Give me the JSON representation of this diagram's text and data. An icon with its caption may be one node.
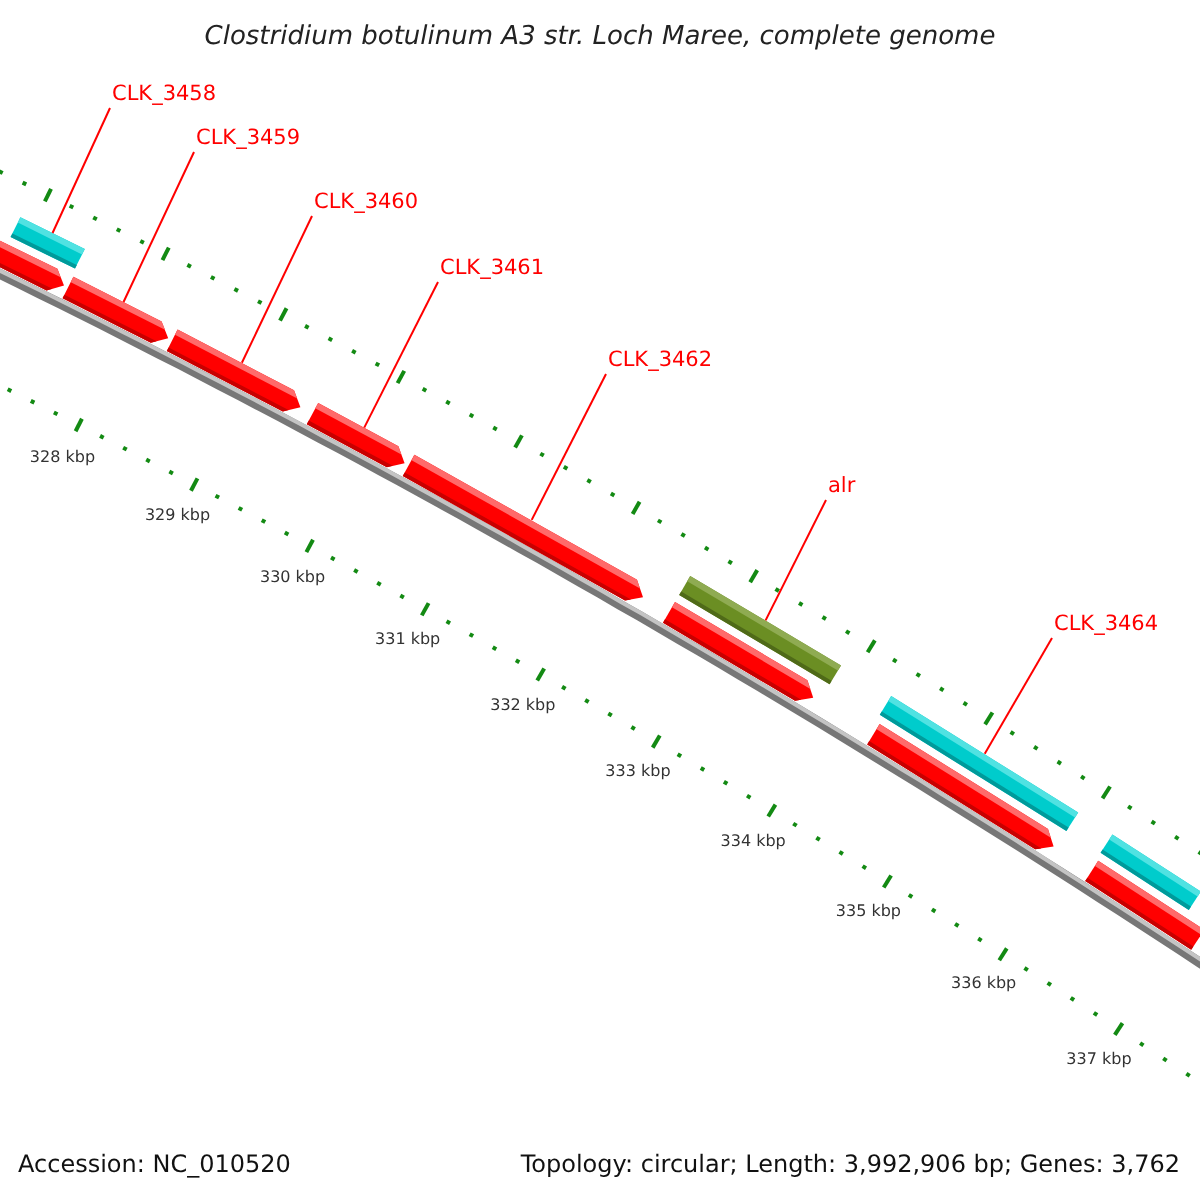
{
  "diagram": {
    "title": "Clostridium botulinum A3 str. Loch Maree, complete genome",
    "nodes": [
      {
        "text": [
          "CLK_3458"
        ]
      },
      {
        "text": [
          "CLK_3459"
        ]
      },
      {
        "text": [
          "CLK_3460"
        ]
      },
      {
        "text": [
          "CLK_3461"
        ]
      },
      {
        "text": [
          "CLK_3462"
        ]
      },
      {
        "text": [
          "alr"
        ]
      },
      {
        "text": [
          "CLK_3464"
        ]
      },
      {
        "text": [],
        "shape": "bar"
      },
      {
        "text": [],
        "shape": "bar"
      },
      {
        "text": [],
        "shape": "bar"
      },
      {
        "text": [],
        "shape": "bar"
      },
      {
        "text": [],
        "shape": "bar"
      },
      {
        "text": [],
        "shape": "bar"
      },
      {
        "text": [],
        "shape": "bar"
      },
      {
        "text": [],
        "shape": "bar"
      },
      {
        "text": [],
        "shape": "bar"
      },
      {
        "text": [],
        "shape": "bar"
      },
      {
        "text": [],
        "shape": "bar"
      },
      {
        "text": [],
        "shape": "bar"
      }
    ],
    "edges": [
      {
        "from": 0,
        "to": 7,
        "arrow": "none"
      },
      {
        "from": 1,
        "to": 9,
        "arrow": "none"
      },
      {
        "from": 2,
        "to": 10,
        "arrow": "none"
      },
      {
        "from": 3,
        "to": 11,
        "arrow": "none"
      },
      {
        "from": 4,
        "to": 12,
        "arrow": "none"
      },
      {
        "from": 5,
        "to": 13,
        "arrow": "none"
      },
      {
        "from": 6,
        "to": 15,
        "arrow": "none"
      }
    ],
    "labels": [
      "328 kbp",
      "329 kbp",
      "330 kbp",
      "331 kbp",
      "332 kbp",
      "333 kbp",
      "334 kbp",
      "335 kbp",
      "336 kbp",
      "337 kbp",
      "Accession: NC_010520",
      "Topology: circular; Length: 3,992,906 bp; Genes: 3,762"
    ]
  }
}
